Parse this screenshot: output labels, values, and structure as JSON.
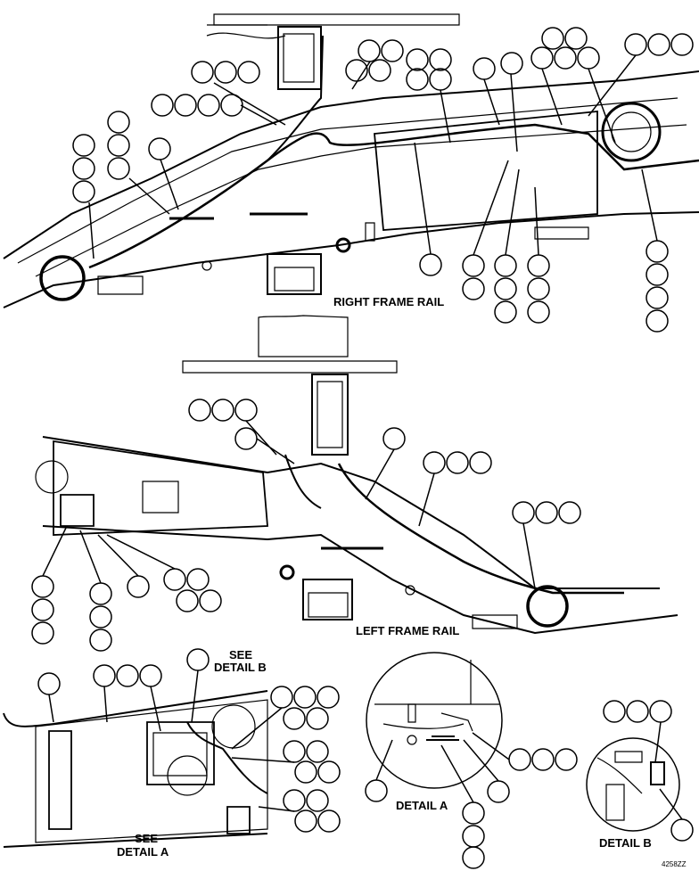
{
  "diagram": {
    "labels": {
      "right_frame_rail": "RIGHT FRAME RAIL",
      "left_frame_rail": "LEFT FRAME RAIL",
      "see_detail_b_1": "SEE",
      "see_detail_b_2": "DETAIL B",
      "see_detail_a_1": "SEE",
      "see_detail_a_2": "DETAIL A",
      "detail_a": "DETAIL A",
      "detail_b": "DETAIL B",
      "drawing_code": "4258ZZ"
    }
  }
}
